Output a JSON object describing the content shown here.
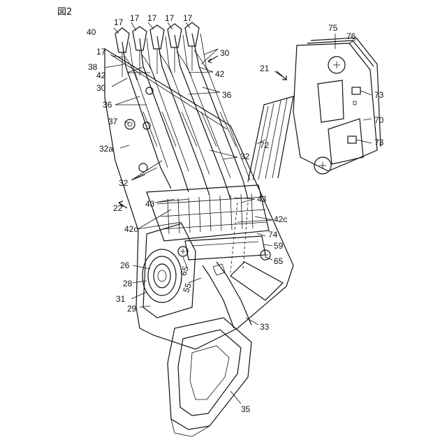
{
  "figure": {
    "title": "図2"
  },
  "labels": {
    "l17a": "17",
    "l17b": "17",
    "l17c": "17",
    "l17d": "17",
    "l17e": "17",
    "l17f": "17",
    "l40": "40",
    "l38": "38",
    "l42a": "42",
    "l42b": "42",
    "l30a": "30",
    "l30b": "30",
    "l36a": "36",
    "l36b": "36",
    "l37": "37",
    "l32a": "32a",
    "l32b": "32",
    "l32c": "32",
    "l22": "22",
    "l43a": "43",
    "l43b": "43",
    "l42c": "42c",
    "l42c2": "42c",
    "l74": "74",
    "l59": "59",
    "l65a": "65",
    "l65b": "65",
    "l26": "26",
    "l28": "28",
    "l31": "31",
    "l29": "29",
    "l55": "55",
    "l33": "33",
    "l35": "35",
    "l21": "21",
    "l75": "75",
    "l76": "76",
    "l73a": "73",
    "l73b": "73",
    "l70": "70",
    "l72": "72"
  }
}
